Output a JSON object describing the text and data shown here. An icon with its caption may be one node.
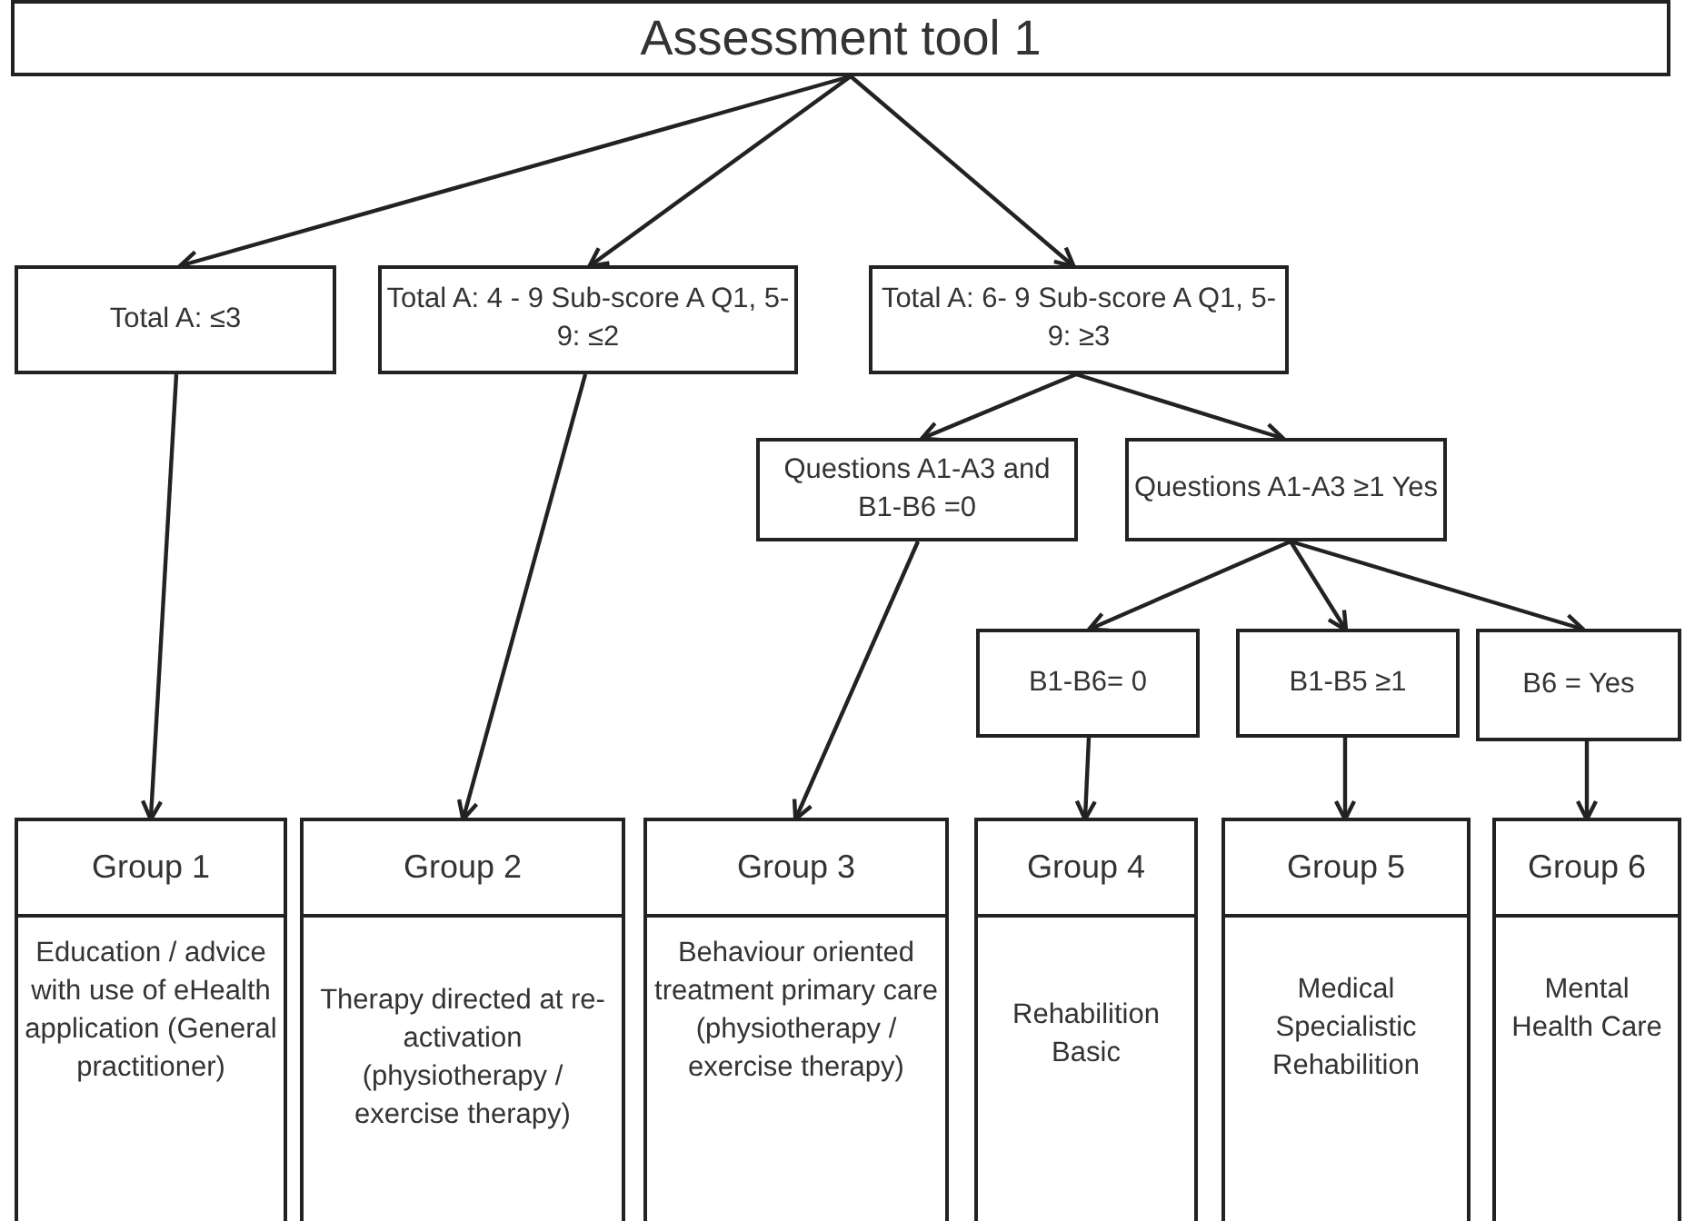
{
  "diagram": {
    "nodes": [
      {
        "text": [
          "Assessment tool 1"
        ]
      },
      {
        "text": [
          "Total A: ≤3"
        ]
      },
      {
        "text": [
          "Total A: 4 - 9 Sub-score A Q1, 5-9: ≤2"
        ]
      },
      {
        "text": [
          "Total A: 6- 9 Sub-score A Q1, 5-9: ≥3"
        ]
      },
      {
        "text": [
          "Questions A1-A3 and B1-B6 =0"
        ]
      },
      {
        "text": [
          "Questions A1-A3 ≥1 Yes"
        ]
      },
      {
        "text": [
          "B1-B6= 0"
        ]
      },
      {
        "text": [
          "B1-B5 ≥1"
        ]
      },
      {
        "text": [
          "B6 = Yes"
        ]
      },
      {
        "text": [
          "Group 1",
          "Education / advice with use of eHealth application (General practitioner)"
        ]
      },
      {
        "text": [
          "Group 2",
          "Therapy directed at re-activation (physiotherapy / exercise therapy)"
        ]
      },
      {
        "text": [
          "Group 3",
          "Behaviour oriented treatment primary care (physiotherapy / exercise therapy)"
        ]
      },
      {
        "text": [
          "Group 4",
          "Rehabilition Basic"
        ]
      },
      {
        "text": [
          "Group 5",
          "Medical Specialistic Rehabilition"
        ]
      },
      {
        "text": [
          "Group 6",
          "Mental Health Care"
        ]
      }
    ],
    "edges": [
      {
        "from": 0,
        "to": 1,
        "arrow": "to"
      },
      {
        "from": 0,
        "to": 2,
        "arrow": "to"
      },
      {
        "from": 0,
        "to": 3,
        "arrow": "to"
      },
      {
        "from": 1,
        "to": 9,
        "arrow": "to"
      },
      {
        "from": 2,
        "to": 10,
        "arrow": "to"
      },
      {
        "from": 3,
        "to": 4,
        "arrow": "to"
      },
      {
        "from": 3,
        "to": 5,
        "arrow": "to"
      },
      {
        "from": 4,
        "to": 11,
        "arrow": "to"
      },
      {
        "from": 5,
        "to": 6,
        "arrow": "to"
      },
      {
        "from": 5,
        "to": 7,
        "arrow": "to"
      },
      {
        "from": 5,
        "to": 8,
        "arrow": "to"
      },
      {
        "from": 6,
        "to": 12,
        "arrow": "to"
      },
      {
        "from": 7,
        "to": 13,
        "arrow": "to"
      },
      {
        "from": 8,
        "to": 14,
        "arrow": "to"
      }
    ]
  }
}
